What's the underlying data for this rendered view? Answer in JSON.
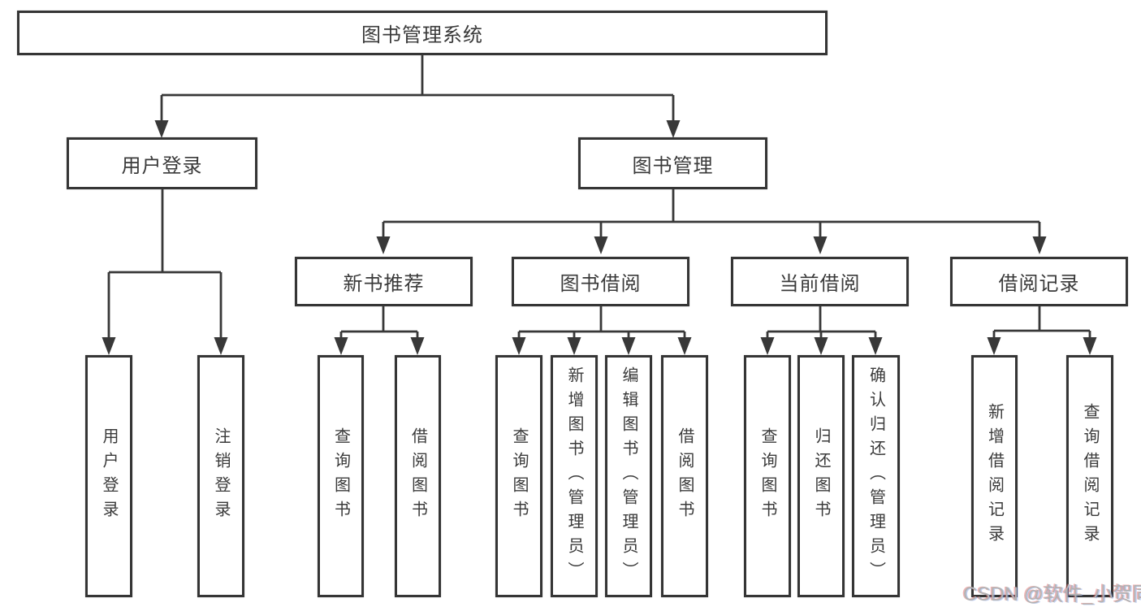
{
  "tree": {
    "root": {
      "label": "图书管理系统",
      "children": [
        {
          "label": "用户登录",
          "children": [
            {
              "label": "用户登录"
            },
            {
              "label": "注销登录"
            }
          ]
        },
        {
          "label": "图书管理",
          "children": [
            {
              "label": "新书推荐",
              "children": [
                {
                  "label": "查询图书"
                },
                {
                  "label": "借阅图书"
                }
              ]
            },
            {
              "label": "图书借阅",
              "children": [
                {
                  "label": "查询图书"
                },
                {
                  "label": "新增图书（管理员）"
                },
                {
                  "label": "编辑图书（管理员）"
                },
                {
                  "label": "借阅图书"
                }
              ]
            },
            {
              "label": "当前借阅",
              "children": [
                {
                  "label": "查询图书"
                },
                {
                  "label": "归还图书"
                },
                {
                  "label": "确认归还（管理员）"
                }
              ]
            },
            {
              "label": "借阅记录",
              "children": [
                {
                  "label": "新增借阅记录"
                },
                {
                  "label": "查询借阅记录"
                }
              ]
            }
          ]
        }
      ]
    }
  },
  "watermark": {
    "text": "CSDN @软件_小贺同学"
  },
  "colors": {
    "line": "#383838",
    "box_border": "#353535",
    "text": "#3a3a3a",
    "watermark": "#b3b3b3",
    "background": "#ffffff"
  }
}
